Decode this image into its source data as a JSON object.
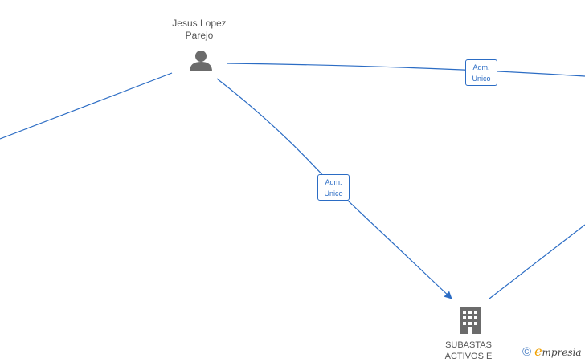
{
  "nodes": {
    "person": {
      "name_line1": "Jesus Lopez",
      "name_line2": "Parejo",
      "icon": "person-icon"
    },
    "company": {
      "name_line1": "SUBASTAS",
      "name_line2": "ACTIVOS E",
      "icon": "building-icon"
    }
  },
  "edges": [
    {
      "role_line1": "Adm.",
      "role_line2": "Unico"
    },
    {
      "role_line1": "Adm.",
      "role_line2": "Unico"
    }
  ],
  "colors": {
    "edge": "#2b6cc4",
    "icon": "#6b6b6b",
    "text": "#555555"
  },
  "watermark": {
    "copyright": "©",
    "brand_initial": "e",
    "brand_rest": "mpresia"
  }
}
